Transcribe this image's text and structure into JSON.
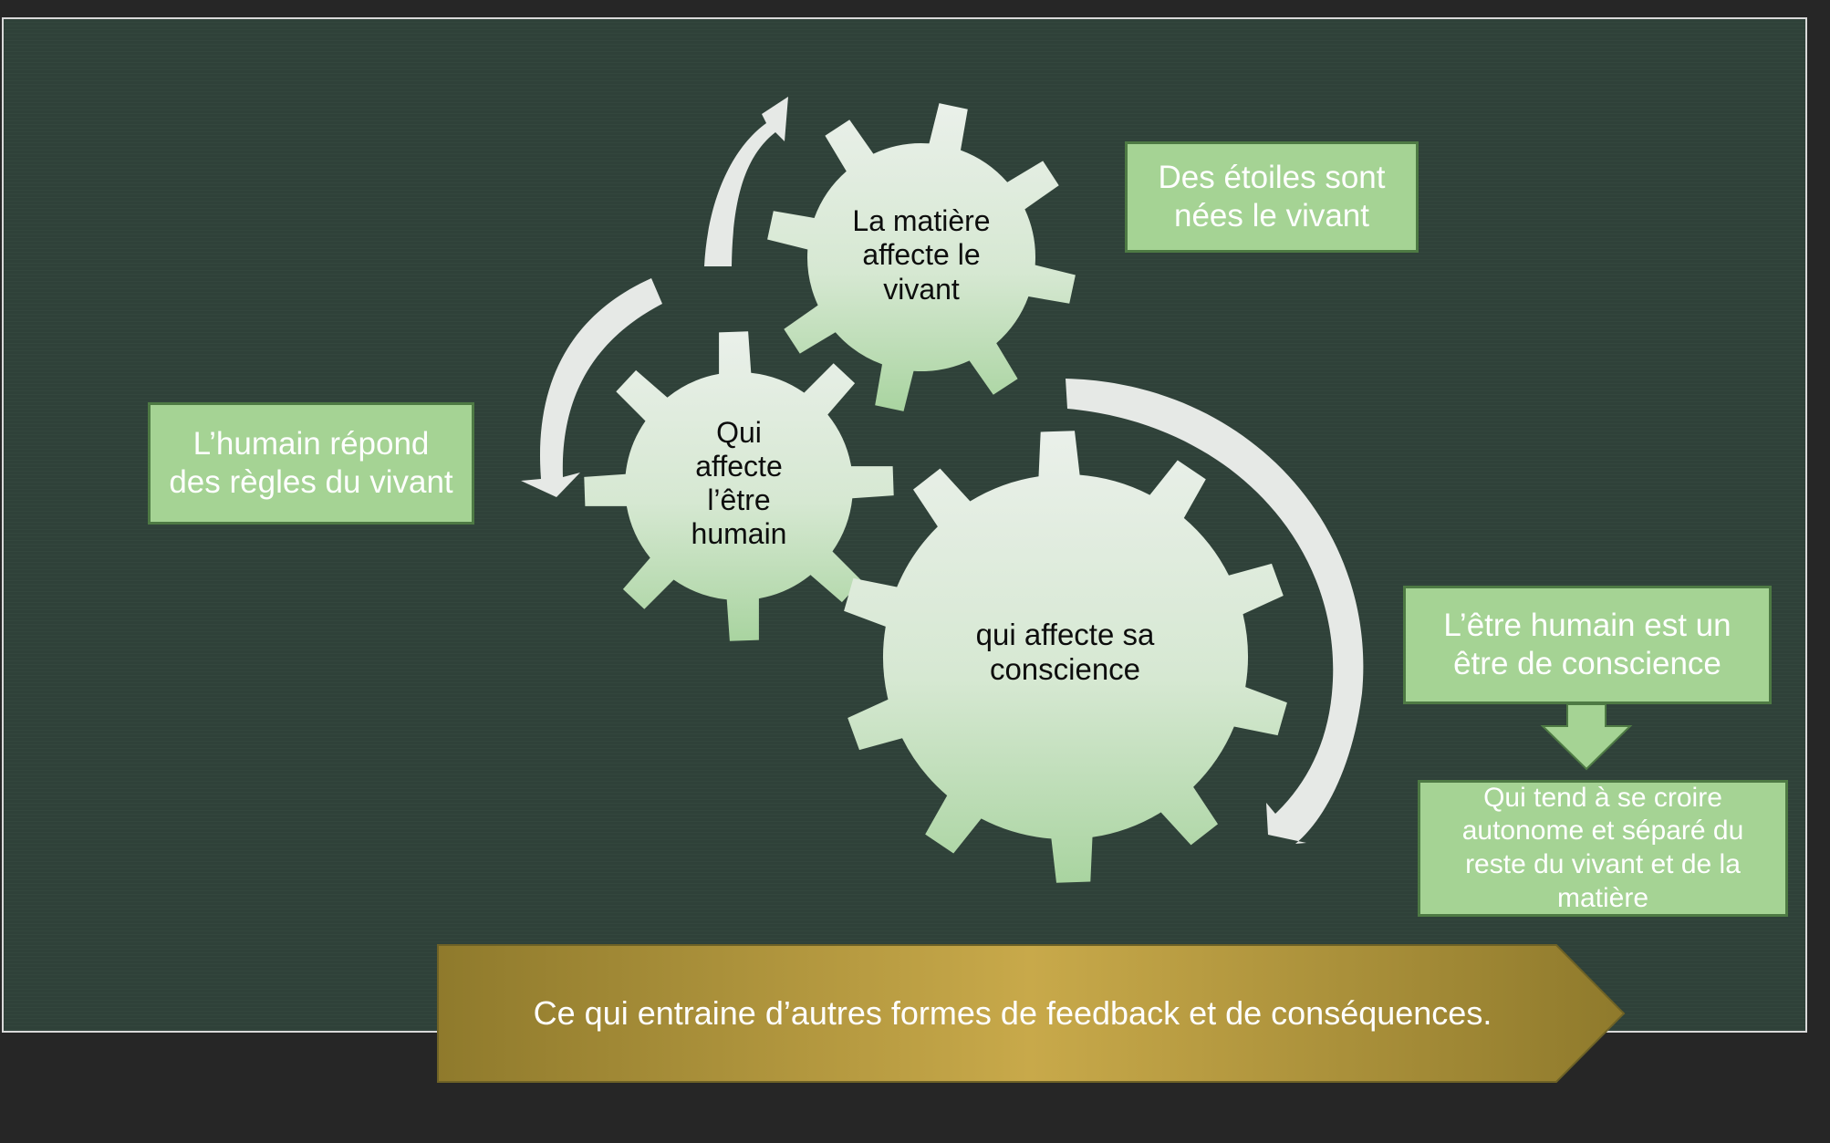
{
  "colors": {
    "page_background": "#262626",
    "slide_background": "#2f4139",
    "slide_border": "#d9d9d9",
    "box_fill": "#a5d394",
    "box_border": "#4e7a44",
    "gear_light": "#eaf0ea",
    "gear_green": "#a9d4a0",
    "arrow_light": "#e6e9e6",
    "banner_gold": "#c8a94a",
    "banner_dark": "#8f7a2c"
  },
  "gears": {
    "top": {
      "label": "La matière affecte le vivant"
    },
    "left": {
      "label": "Qui affecte l’être humain"
    },
    "big": {
      "label": "qui affecte sa conscience"
    }
  },
  "boxes": {
    "stars": "Des étoiles sont nées le vivant",
    "rules": "L’humain répond des règles du vivant",
    "conscience": "L’être humain est un être de conscience",
    "autonomy": "Qui tend à se croire autonome et séparé du reste du vivant et de la matière"
  },
  "banner": {
    "text": "Ce qui entraine d’autres formes de feedback et de conséquences."
  },
  "icons": {
    "down_arrow": "down-arrow-icon",
    "cycle_arrow": "curved-arrow-icon"
  }
}
